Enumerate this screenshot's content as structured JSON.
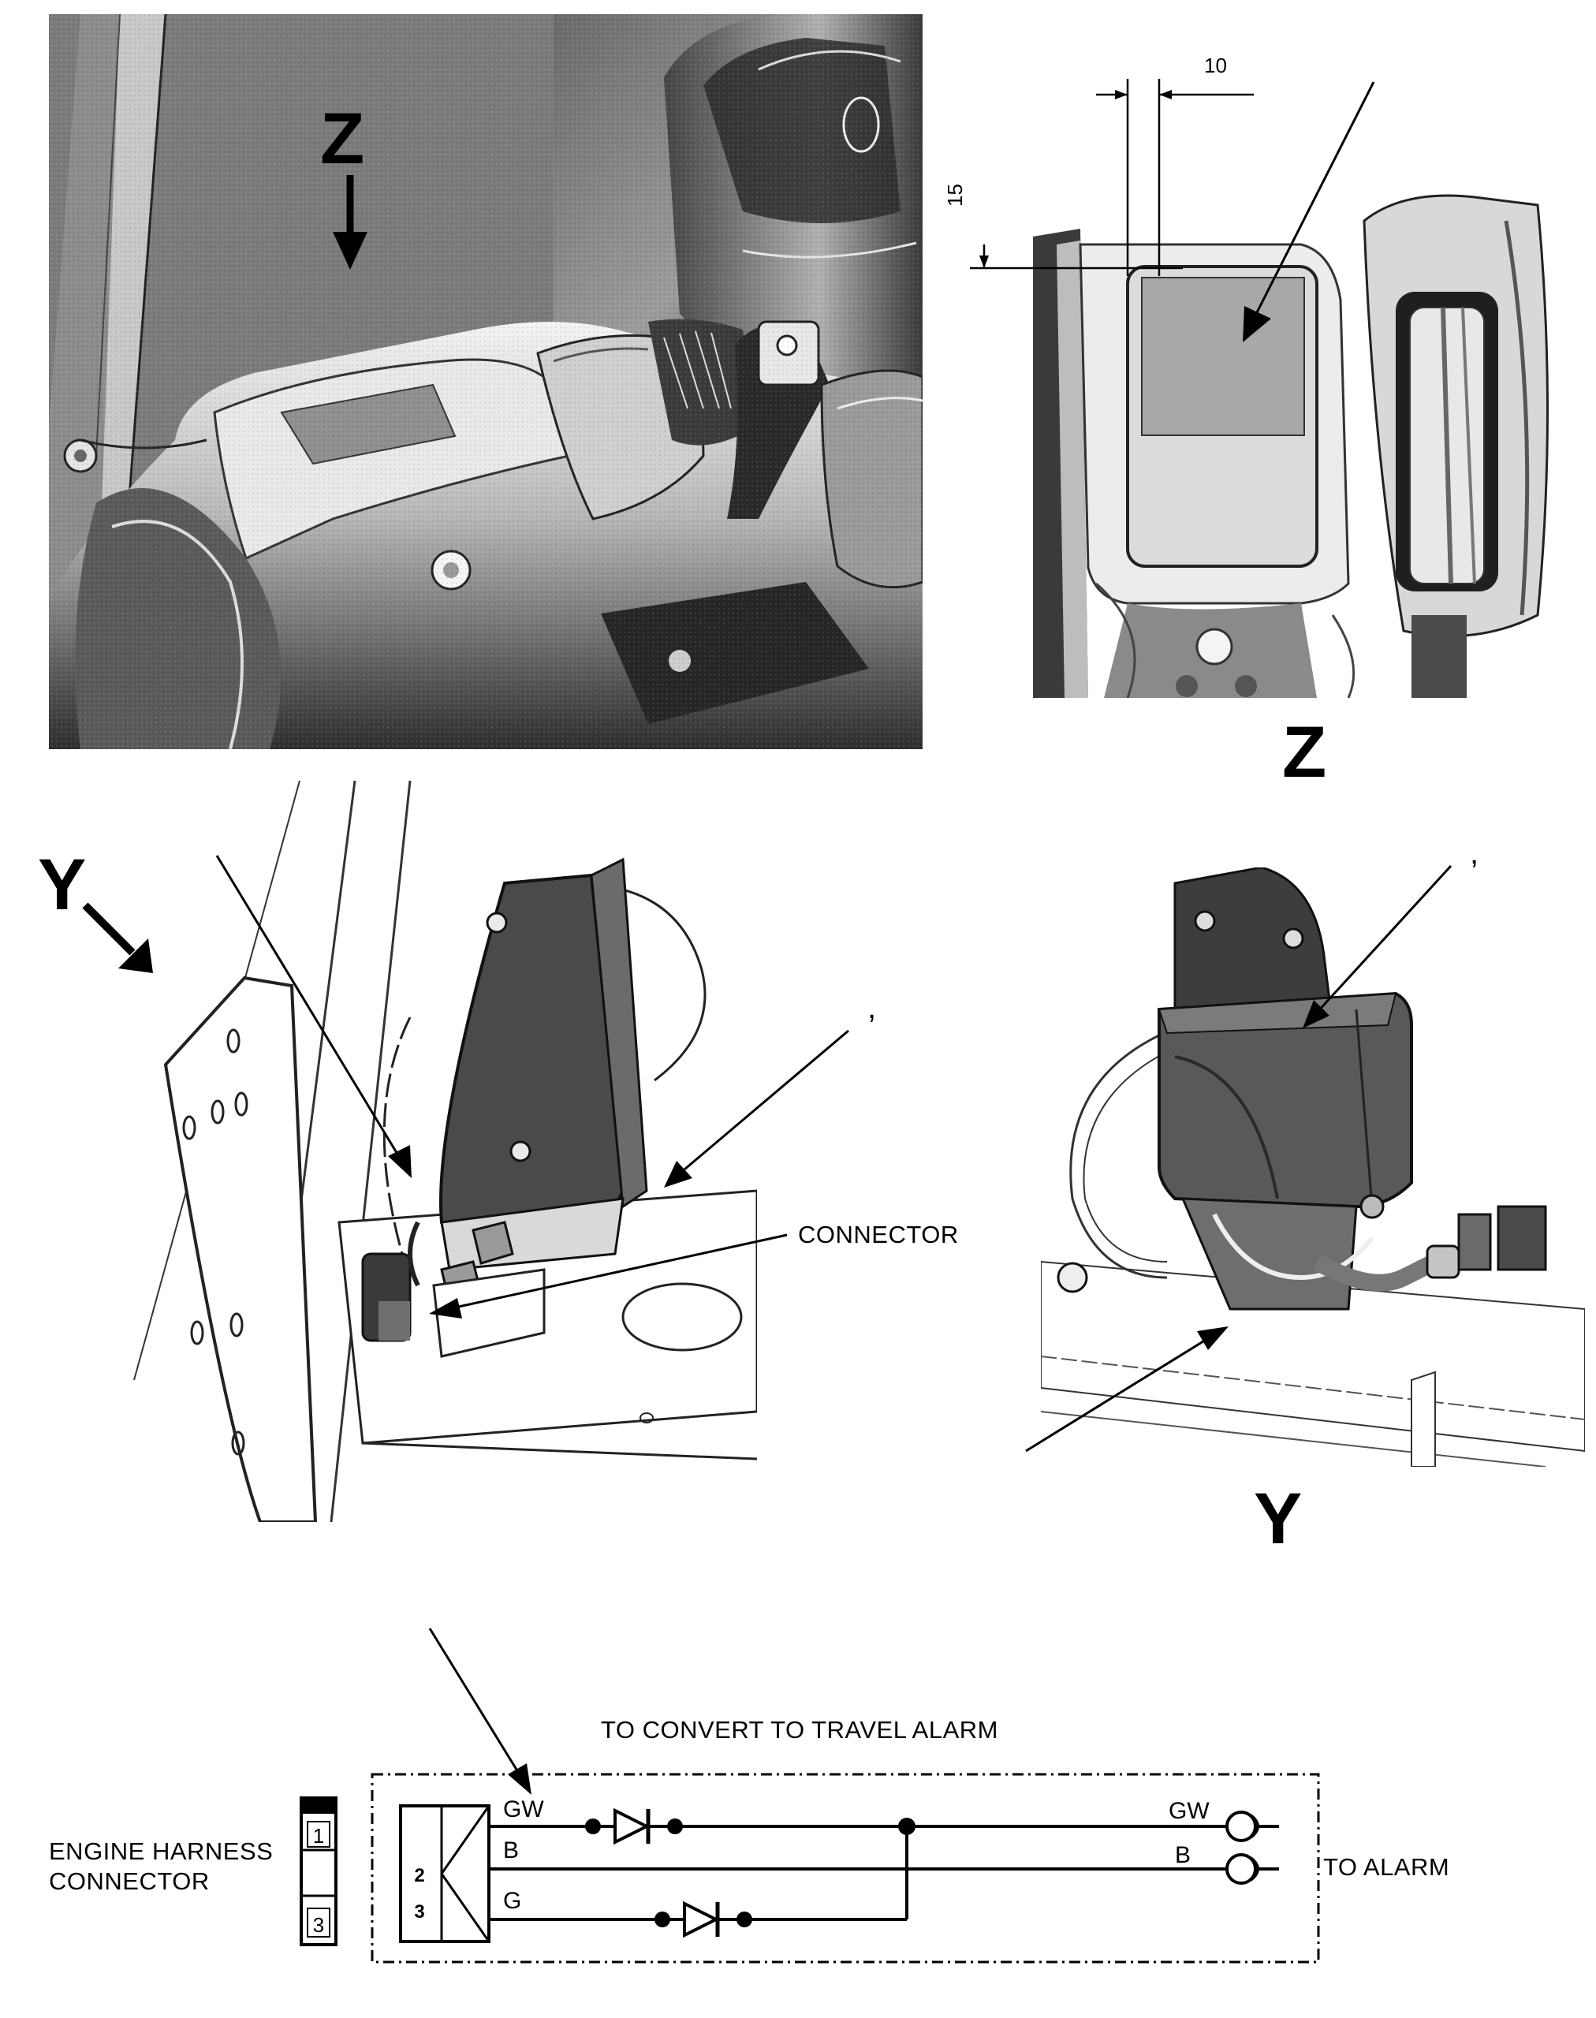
{
  "views": {
    "z_large_label": "Z",
    "z_small_label": "Z",
    "y_large_label": "Y",
    "y_small_label": "Y"
  },
  "dimensions": {
    "horizontal": "10",
    "vertical": "15"
  },
  "marks": {
    "comma_1": ",",
    "comma_2": ","
  },
  "callouts": {
    "connector": "CONNECTOR"
  },
  "schematic": {
    "title": "TO CONVERT TO TRAVEL ALARM",
    "engine_harness_line1": "ENGINE HARNESS",
    "engine_harness_line2": "CONNECTOR",
    "to_alarm": "TO ALARM",
    "pin_1": "1",
    "pin_3": "3",
    "plug_pin_2": "2",
    "plug_pin_3": "3",
    "wire_gw_left": "GW",
    "wire_b_left": "B",
    "wire_g_left": "G",
    "wire_gw_right": "GW",
    "wire_b_right": "B"
  }
}
